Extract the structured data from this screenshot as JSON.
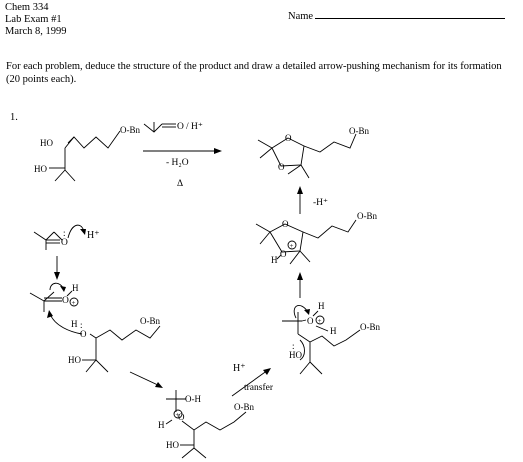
{
  "header": {
    "course": "Chem 334",
    "exam": "Lab Exam #1",
    "date": "March 8, 1999",
    "name_label": "Name"
  },
  "instructions": "For each problem, deduce the structure of the product and draw a detailed arrow-pushing mechanism for its formation (20 points each).",
  "problem": {
    "number": "1."
  },
  "labels": {
    "OBn": "O-Bn",
    "HO": "HO",
    "O": "O",
    "OH": "O-H",
    "H": "H",
    "Hplus": "H⁺",
    "reagent": "/ H⁺",
    "minus_water": "- H₂O",
    "delta": "Δ",
    "minus_H": "-H⁺",
    "plus": "+",
    "transfer": "transfer",
    "lone_pair": ":"
  }
}
